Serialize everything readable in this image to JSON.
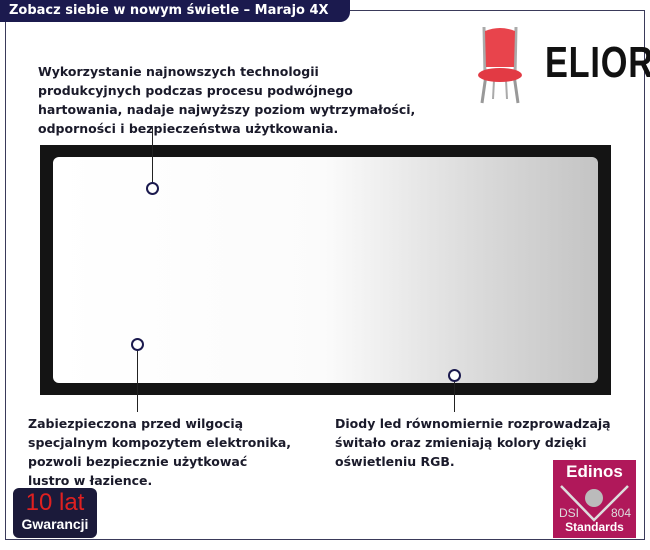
{
  "title": "Zobacz siebie w nowym świetle – Marajo 4X",
  "brand": {
    "name": "ELIOR",
    "icon": "red-chair-icon"
  },
  "callouts": {
    "top": "Wykorzystanie najnowszych technologii\nprodukcyjnych podczas procesu podwójnego\nhartowania, nadaje najwyższy poziom wytrzymałości,\nodporności i bezpieczeństwa użytkowania.",
    "bottom_left": "Zabiezpieczona przed wilgocią\nspecjalnym kompozytem elektronika,\npozwoli bezpiecznie użytkować\nlustro w łazience.",
    "bottom_right": "Diody led równomiernie rozprowadzają\nświtało oraz zmieniają kolory dzięki\noświetleniu RGB."
  },
  "warranty": {
    "years": "10 lat",
    "label": "Gwarancji"
  },
  "badge": {
    "name": "Edinos",
    "left": "DSI",
    "right": "804",
    "bottom": "Standards"
  },
  "colors": {
    "navy": "#1b1a4e",
    "badge": "#b0185a",
    "warranty_red": "#e02020"
  }
}
